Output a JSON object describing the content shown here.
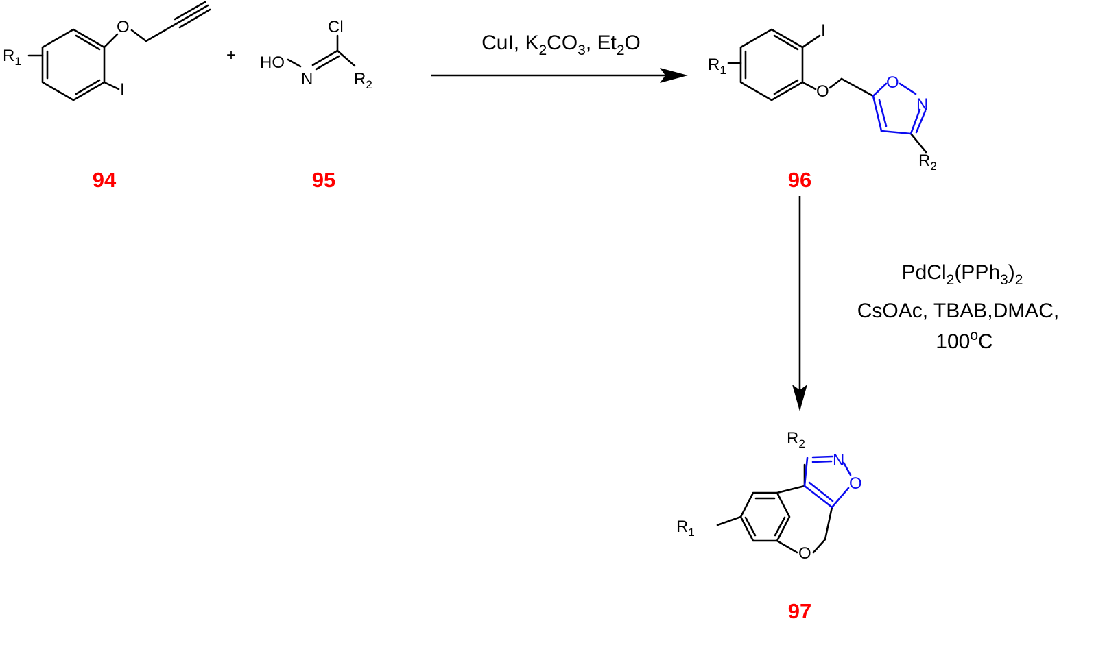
{
  "colors": {
    "bond": "#000000",
    "isoxazole_ring": "#0b0bf0",
    "compound_number": "#ff0000",
    "background": "#ffffff"
  },
  "reactant_94": {
    "number": "94",
    "substituent": "R",
    "substituent_sub": "1",
    "ether_oxygen": "O",
    "iodine": "I"
  },
  "plus_sign": "+",
  "reactant_95": {
    "number": "95",
    "chlorine": "Cl",
    "hydroxyl": "HO",
    "nitrogen": "N",
    "substituent": "R",
    "substituent_sub": "2"
  },
  "step1_conditions": {
    "p1": "CuI, K",
    "s1": "2",
    "p2": "CO",
    "s2": "3",
    "p3": ", Et",
    "s3": "2",
    "p4": "O"
  },
  "product_96": {
    "number": "96",
    "iodine": "I",
    "substituent1": "R",
    "substituent1_sub": "1",
    "ether_oxygen": "O",
    "ring_oxygen": "O",
    "ring_nitrogen": "N",
    "substituent2": "R",
    "substituent2_sub": "2"
  },
  "step2_conditions": {
    "line1_p1": "PdCl",
    "line1_s1": "2",
    "line1_p2": "(PPh",
    "line1_s2": "3",
    "line1_p3": ")",
    "line1_s3": "2",
    "line2": "CsOAc, TBAB,DMAC,",
    "line3_p1": "100",
    "line3_sup": "o",
    "line3_p2": "C"
  },
  "product_97": {
    "number": "97",
    "substituent2": "R",
    "substituent2_sub": "2",
    "ring_nitrogen": "N",
    "ring_oxygen": "O",
    "substituent1": "R",
    "substituent1_sub": "1",
    "pyran_oxygen": "O"
  }
}
